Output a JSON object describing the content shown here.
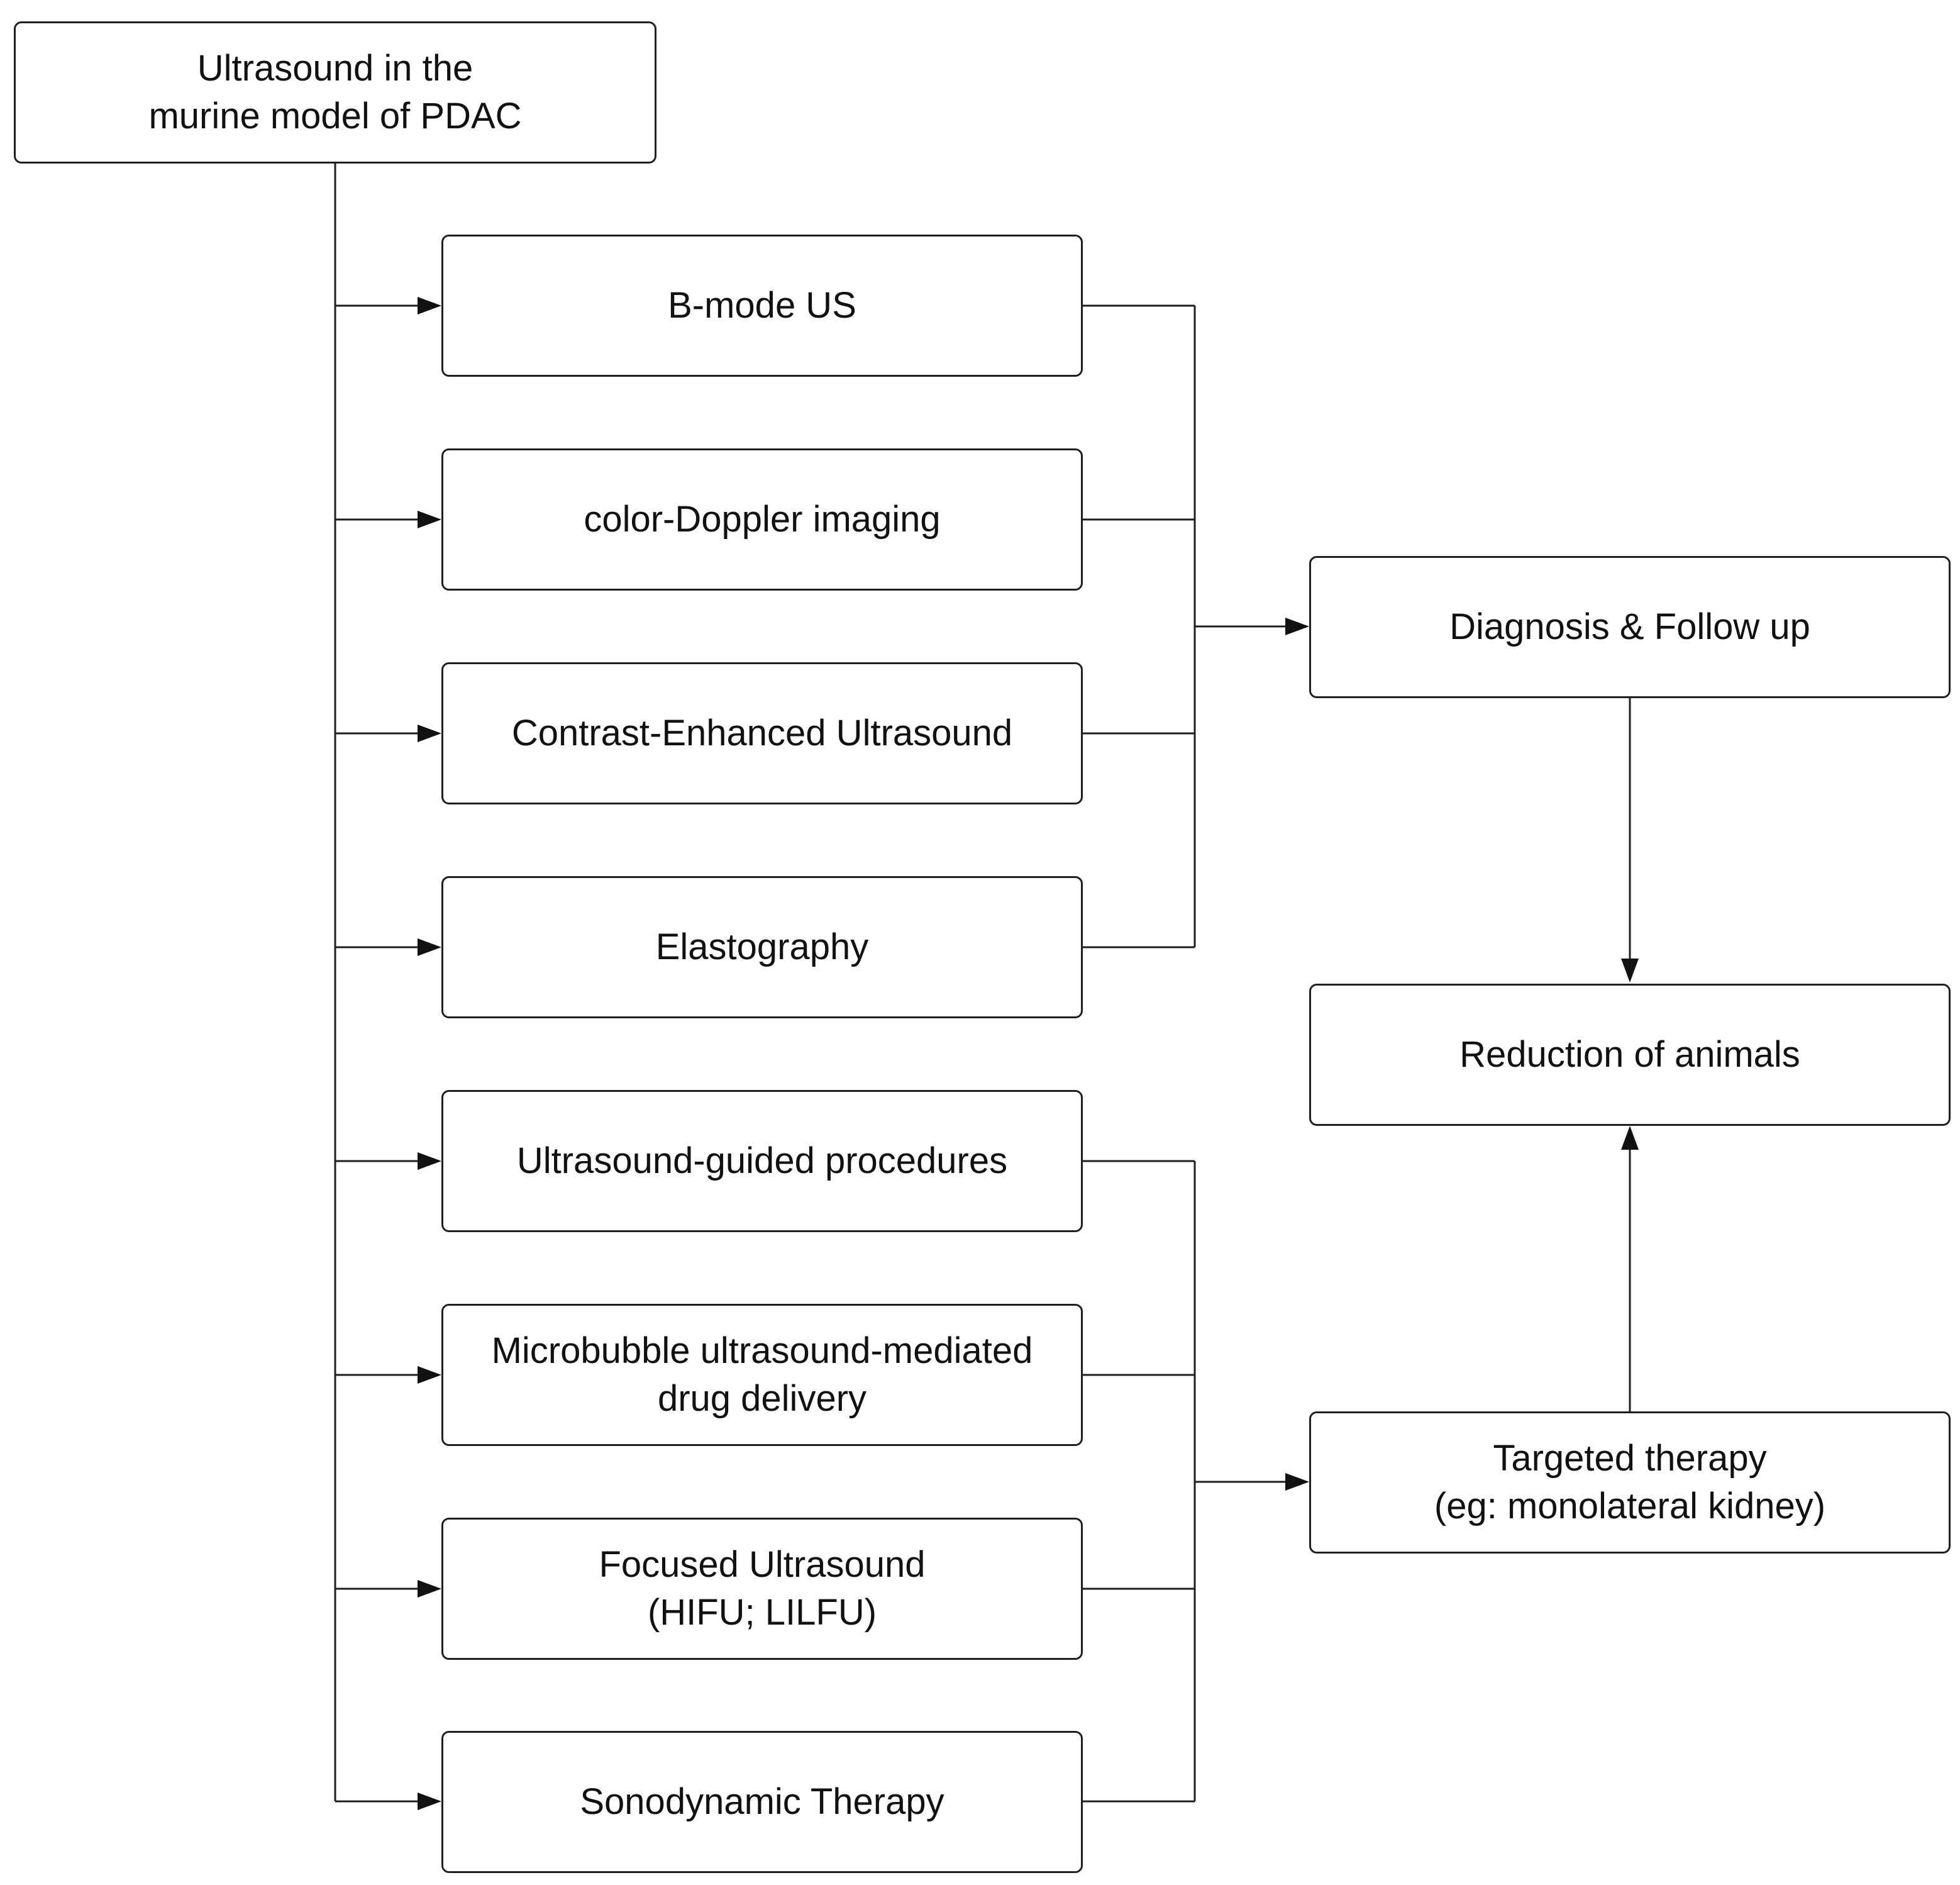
{
  "root": {
    "lines": [
      "Ultrasound in the",
      "murine model of PDAC"
    ]
  },
  "methods": [
    {
      "id": "b-mode-us",
      "lines": [
        "B-mode US"
      ]
    },
    {
      "id": "color-doppler",
      "lines": [
        "color-Doppler imaging"
      ]
    },
    {
      "id": "ceus",
      "lines": [
        "Contrast-Enhanced Ultrasound"
      ]
    },
    {
      "id": "elastography",
      "lines": [
        "Elastography"
      ]
    },
    {
      "id": "us-guided-procedures",
      "lines": [
        "Ultrasound-guided procedures"
      ]
    },
    {
      "id": "microbubble-drug-delivery",
      "lines": [
        "Microbubble ultrasound-mediated",
        "drug delivery"
      ]
    },
    {
      "id": "focused-ultrasound",
      "lines": [
        "Focused Ultrasound",
        "(HIFU; LILFU)"
      ]
    },
    {
      "id": "sonodynamic-therapy",
      "lines": [
        "Sonodynamic Therapy"
      ]
    }
  ],
  "outcomes": {
    "diagnosis": {
      "lines": [
        "Diagnosis & Follow up"
      ]
    },
    "reduction": {
      "lines": [
        "Reduction of animals"
      ]
    },
    "targeted": {
      "lines": [
        "Targeted therapy",
        "(eg: monolateral kidney)"
      ]
    }
  }
}
